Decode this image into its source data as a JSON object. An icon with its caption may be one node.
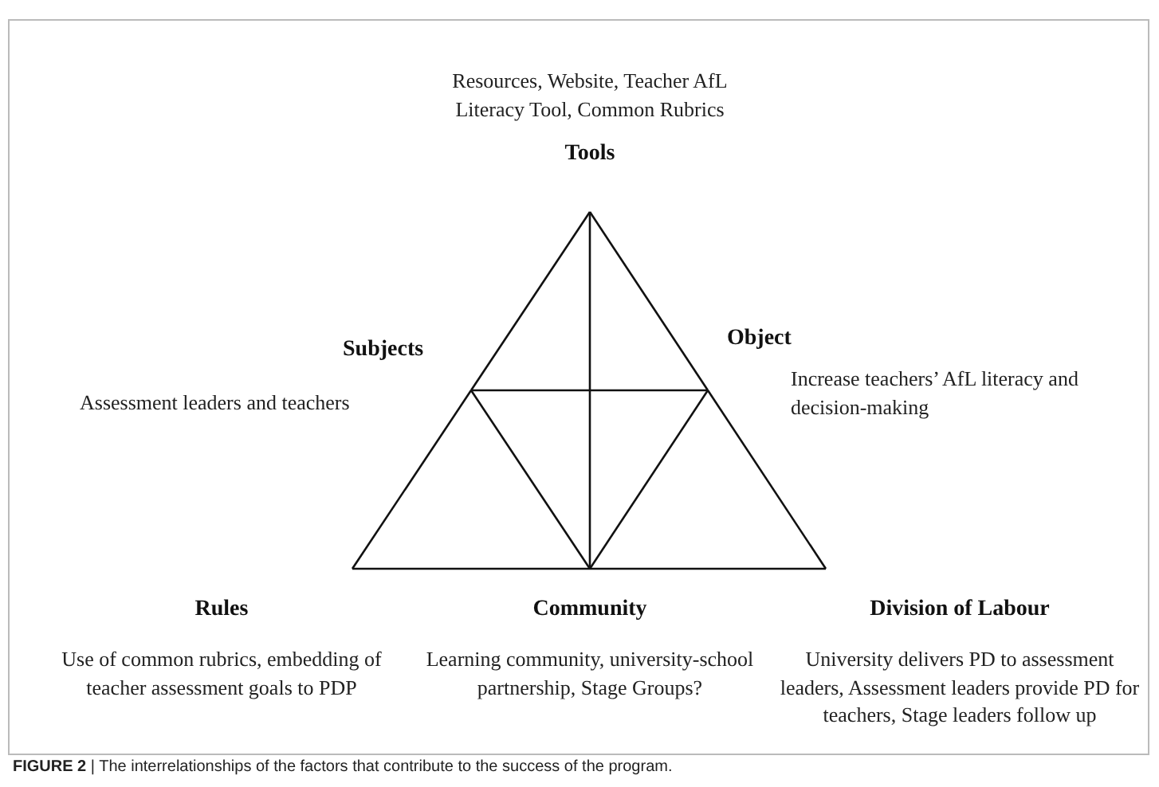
{
  "diagram": {
    "caption": "**FIGURE 2** | The interrelationships of the factors that contribute to the success of the program.",
    "nodes": [
      {
        "text": [
          "Resources, Website, Teacher AfL Literacy Tool, Common Rubrics",
          "Tools"
        ]
      },
      {
        "text": [
          "Subjects",
          "Assessment leaders and teachers"
        ]
      },
      {
        "text": [
          "Object",
          "Increase teachers’ AfL literacy and decision-making"
        ]
      },
      {
        "text": [
          "Rules",
          "Use of common rubrics, embedding of teacher assessment goals to PDP"
        ]
      },
      {
        "text": [
          "Community",
          "Learning community, university-school partnership, Stage Groups?"
        ]
      },
      {
        "text": [
          "Division of Labour",
          "University delivers PD to assessment leaders, Assessment leaders provide PD for teachers, Stage leaders follow up"
        ]
      }
    ],
    "edges": [
      {
        "from": 0,
        "to": 1,
        "arrow": "none"
      },
      {
        "from": 1,
        "to": 3,
        "arrow": "none"
      },
      {
        "from": 0,
        "to": 2,
        "arrow": "none"
      },
      {
        "from": 2,
        "to": 5,
        "arrow": "none"
      },
      {
        "from": 3,
        "to": 4,
        "arrow": "none"
      },
      {
        "from": 4,
        "to": 5,
        "arrow": "none"
      },
      {
        "from": 1,
        "to": 2,
        "arrow": "none"
      },
      {
        "from": 1,
        "to": 4,
        "arrow": "none"
      },
      {
        "from": 2,
        "to": 4,
        "arrow": "none"
      },
      {
        "from": 0,
        "to": 4,
        "arrow": "none"
      }
    ]
  }
}
